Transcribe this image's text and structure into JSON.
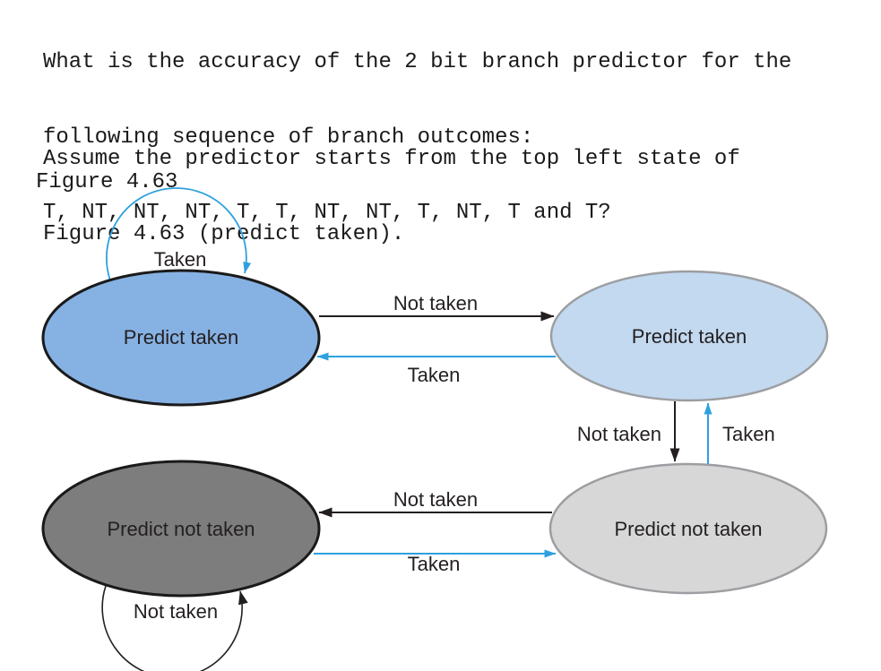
{
  "question": {
    "lines": [
      "What is the accuracy of the 2 bit branch predictor for the",
      "following sequence of branch outcomes:",
      "T, NT, NT, NT, T, T, NT, NT, T, NT, T and T?"
    ],
    "assumption_lines": [
      "Assume the predictor starts from the top left state of",
      "Figure 4.63 (predict taken)."
    ]
  },
  "figure": {
    "caption": "Figure 4.63",
    "states": [
      {
        "id": "predict-taken-strong",
        "label": "Predict taken",
        "fill": "#86B1E3",
        "stroke": "#1A1A1A"
      },
      {
        "id": "predict-taken-weak",
        "label": "Predict taken",
        "fill": "#C3D9F0",
        "stroke": "#9C9EA1"
      },
      {
        "id": "predict-not-taken-strong",
        "label": "Predict not taken",
        "fill": "#7D7D7D",
        "stroke": "#1A1A1A"
      },
      {
        "id": "predict-not-taken-weak",
        "label": "Predict not taken",
        "fill": "#D7D7D8",
        "stroke": "#9C9EA1"
      }
    ],
    "transitions": {
      "taken_self_top": "Taken",
      "not_taken_top": "Not taken",
      "taken_top": "Taken",
      "not_taken_right": "Not taken",
      "taken_right": "Taken",
      "not_taken_bottom": "Not taken",
      "taken_bottom": "Taken",
      "not_taken_self_bottom": "Not taken"
    },
    "colors": {
      "arrow_black": "#231F20",
      "arrow_blue": "#2FA0DF",
      "text": "#231F20"
    }
  }
}
